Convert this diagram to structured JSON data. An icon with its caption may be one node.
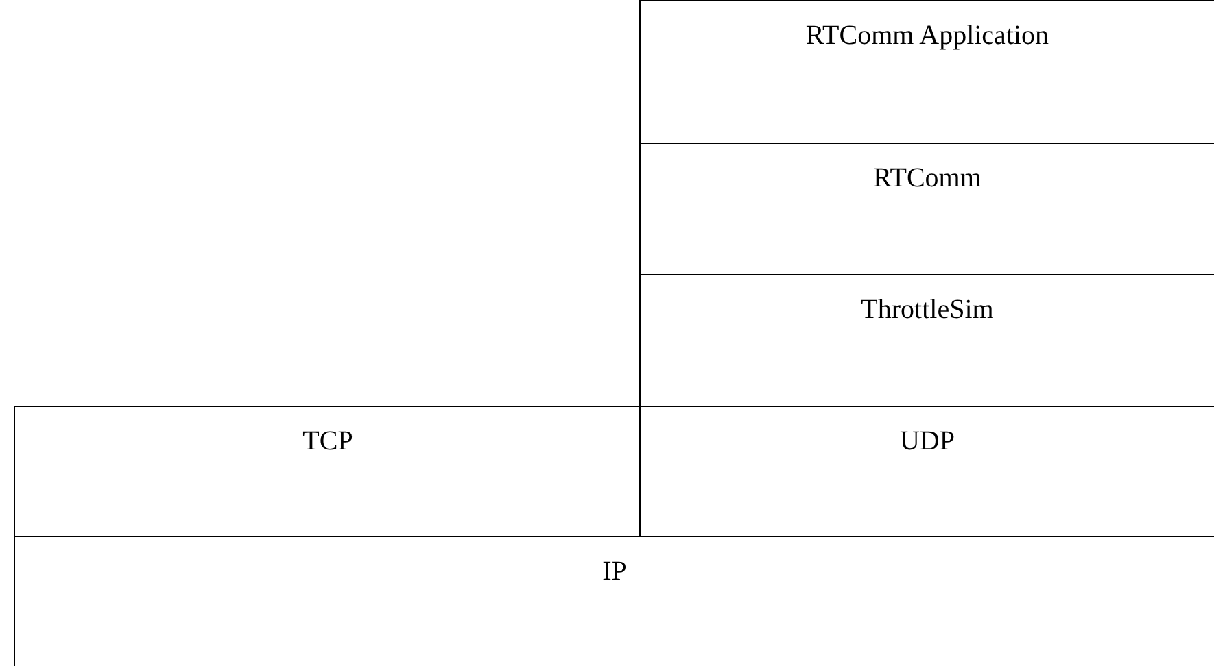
{
  "diagram": {
    "nodes": [
      {
        "text": [
          "RTComm Application"
        ]
      },
      {
        "text": [
          "RTComm"
        ]
      },
      {
        "text": [
          "ThrottleSim"
        ]
      },
      {
        "text": [
          "TCP"
        ]
      },
      {
        "text": [
          "UDP"
        ]
      },
      {
        "text": [
          "IP"
        ]
      }
    ]
  }
}
